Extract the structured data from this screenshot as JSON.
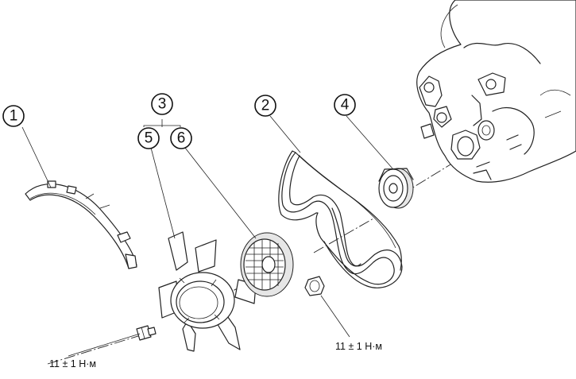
{
  "callouts": {
    "c1": "1",
    "c2": "2",
    "c3": "3",
    "c4": "4",
    "c5": "5",
    "c6": "6"
  },
  "torque": {
    "left": "11 ± 1 Н·м",
    "right": "11 ± 1 Н·м"
  }
}
